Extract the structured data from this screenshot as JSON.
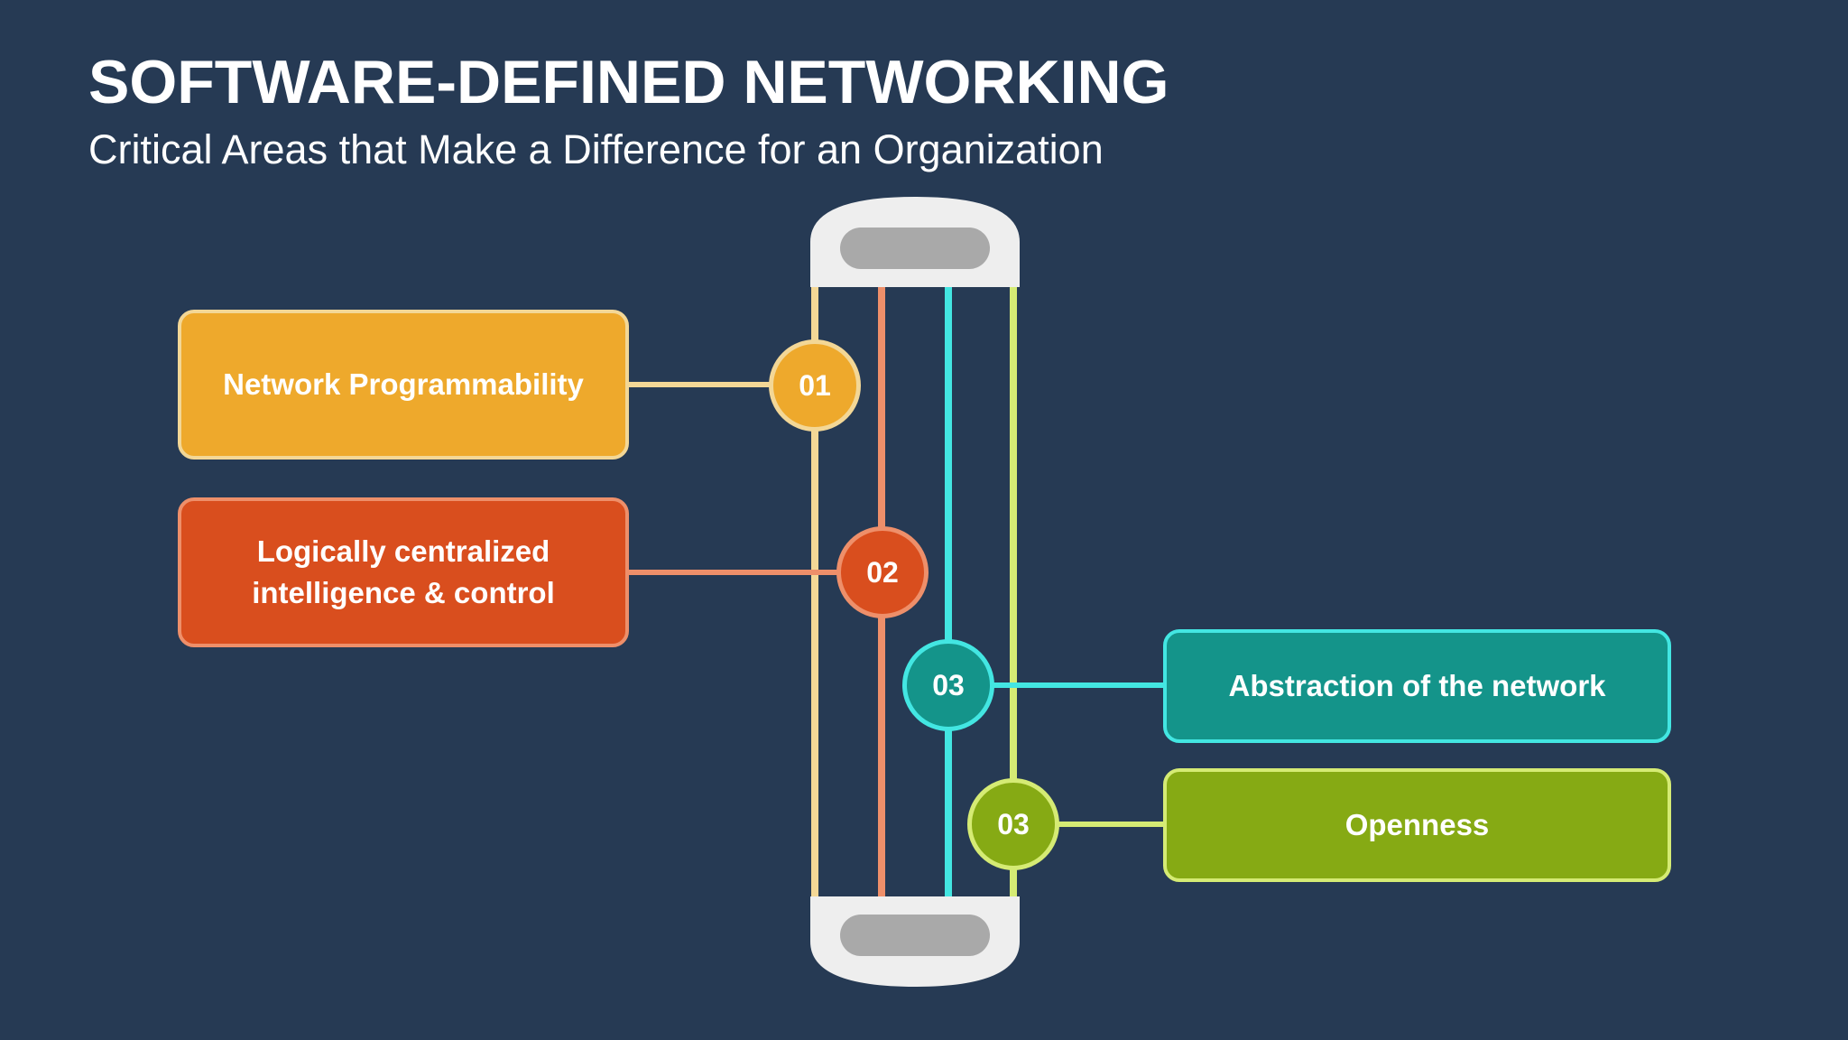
{
  "slide": {
    "title": "SOFTWARE-DEFINED NETWORKING",
    "subtitle": "Critical Areas that Make a Difference for an Organization"
  },
  "items": [
    {
      "number": "01",
      "label": "Network Programmability",
      "color": "#EEA92C",
      "line_color": "#F3D796"
    },
    {
      "number": "02",
      "label": "Logically centralized intelligence & control",
      "color": "#D94E1E",
      "line_color": "#EE8F6A"
    },
    {
      "number": "03",
      "label": "Abstraction of the network",
      "color": "#14948A",
      "line_color": "#43E6E2"
    },
    {
      "number": "03",
      "label": "Openness",
      "color": "#86AA14",
      "line_color": "#D5EB74"
    }
  ],
  "colors": {
    "background": "#263A54",
    "cylinder_cap": "#EEEEEE",
    "cylinder_slot": "#A9A9A9"
  }
}
